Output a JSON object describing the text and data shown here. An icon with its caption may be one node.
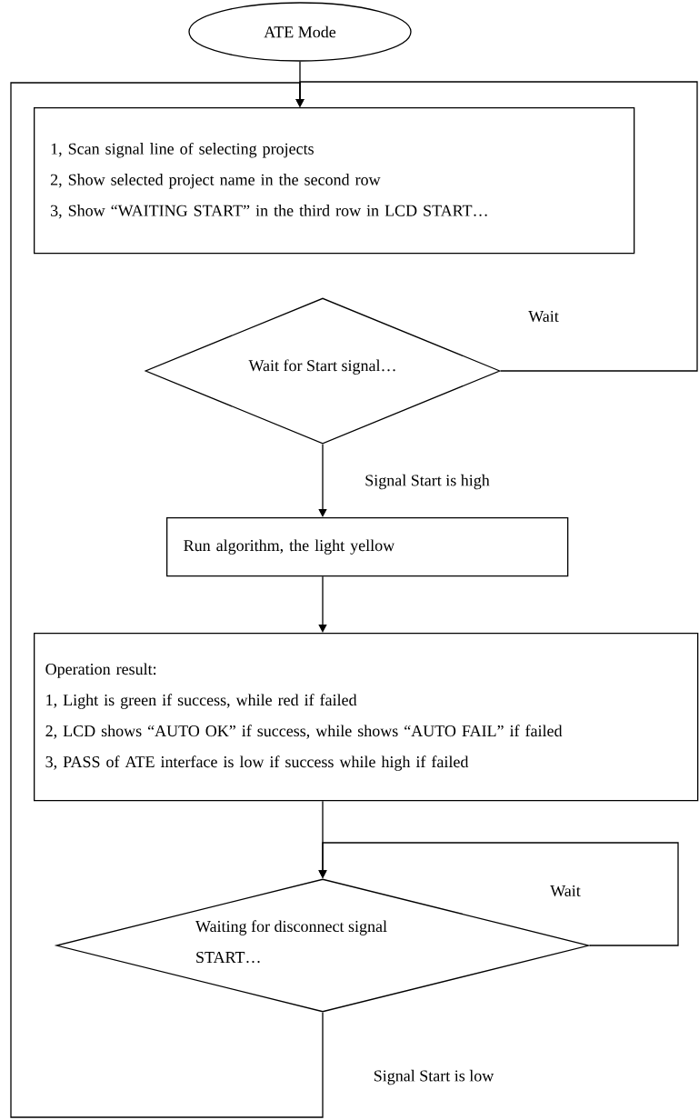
{
  "diagram": {
    "nodes": [
      {
        "text": [
          "ATE Mode"
        ]
      },
      {
        "text": [
          "1, Scan signal line of selecting projects",
          "2, Show selected project name in the second row",
          "3, Show “WAITING START” in the third row in LCD START…"
        ]
      },
      {
        "text": [
          "Wait for Start signal…"
        ]
      },
      {
        "text": [
          "Run algorithm, the light yellow"
        ]
      },
      {
        "text": [
          "Operation result:",
          "1, Light is green if success, while red if failed",
          "2, LCD shows “AUTO OK” if success, while shows “AUTO FAIL” if failed",
          "3, PASS of ATE interface is low if success while high if failed"
        ]
      },
      {
        "text": [
          "Waiting for disconnect signal START…"
        ]
      }
    ],
    "edges": [
      {
        "from": 0,
        "to": 1,
        "arrow": "to"
      },
      {
        "from": 2,
        "to": 1,
        "arrow": "to",
        "label": "Wait"
      },
      {
        "from": 2,
        "to": 3,
        "arrow": "to",
        "label": "Signal Start is high"
      },
      {
        "from": 3,
        "to": 4,
        "arrow": "to"
      },
      {
        "from": 4,
        "to": 5,
        "arrow": "to"
      },
      {
        "from": 5,
        "to": 5,
        "arrow": "to",
        "label": "Wait"
      },
      {
        "from": 5,
        "to": 1,
        "arrow": "to",
        "label": "Signal Start is low"
      }
    ]
  }
}
